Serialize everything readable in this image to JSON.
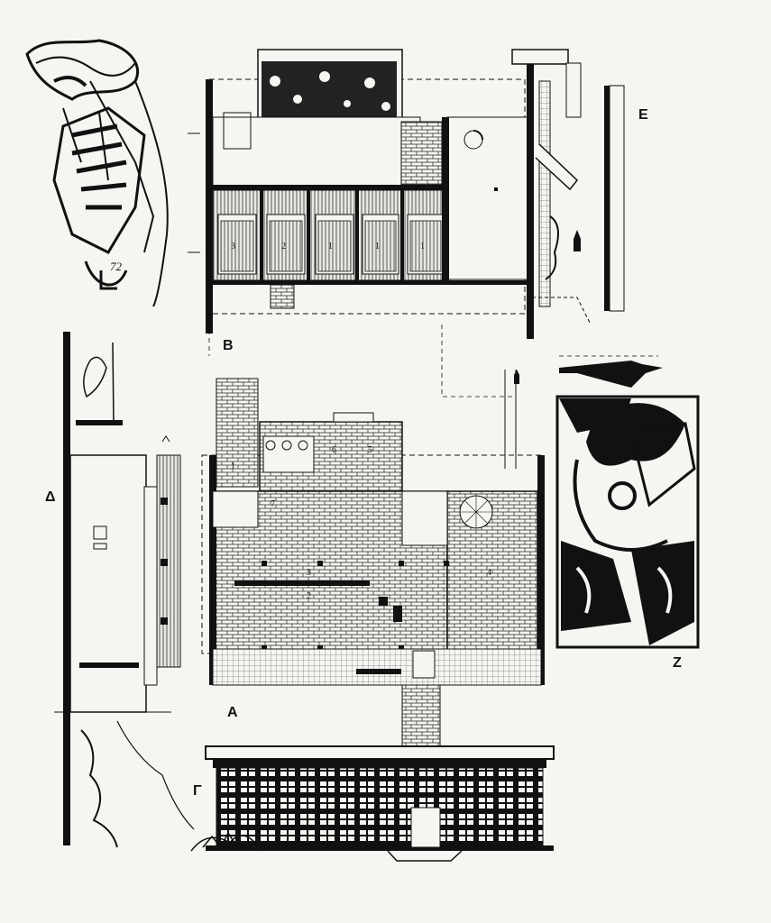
{
  "labels": {
    "A": "A",
    "B": "B",
    "Gamma": "Γ",
    "Delta": "Δ",
    "E": "E",
    "Z": "Z"
  },
  "signature": "72",
  "plan_B_rooms": [
    "3",
    "2",
    "1",
    "1",
    "1"
  ],
  "plan_A_rooms": [
    "1",
    "7",
    "6",
    "5",
    "3",
    "2",
    "4"
  ],
  "colors": {
    "ink": "#111111",
    "paper": "#f6f5f1"
  }
}
